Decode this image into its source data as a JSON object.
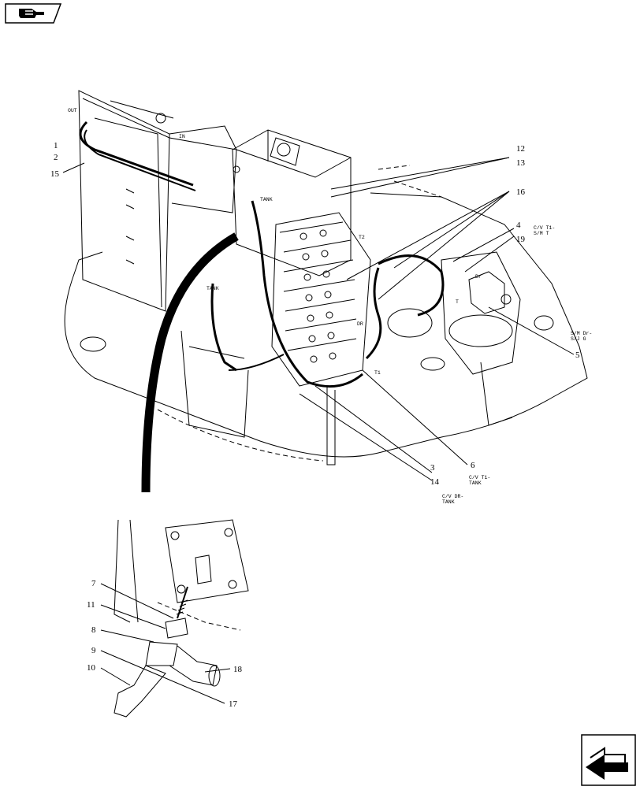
{
  "nav": {
    "top_icon": "pointing-hand-icon",
    "bottom_icon": "return-arrow-icon"
  },
  "callouts": [
    "1",
    "2",
    "15",
    "12",
    "13",
    "16",
    "4",
    "19",
    "5",
    "3",
    "6",
    "14",
    "7",
    "11",
    "8",
    "9",
    "10",
    "17",
    "18"
  ],
  "labels": {
    "out": "OUT",
    "in": "IN",
    "tank1": "TANK",
    "tank2": "TANK",
    "t2": "T2",
    "t1": "T1",
    "dr": "DR",
    "dr2": "Dr",
    "t": "T",
    "cv_t1_sm_t_1": "C/V T1-",
    "cv_t1_sm_t_2": "S/M T",
    "sm_dr_sj_g_1": "S/M Dr-",
    "sm_dr_sj_g_2": "S/J G",
    "cv_t1_tank_1": "C/V T1-",
    "cv_t1_tank_2": "TANK",
    "cv_dr_tank_1": "C/V DR-",
    "cv_dr_tank_2": "TANK"
  }
}
